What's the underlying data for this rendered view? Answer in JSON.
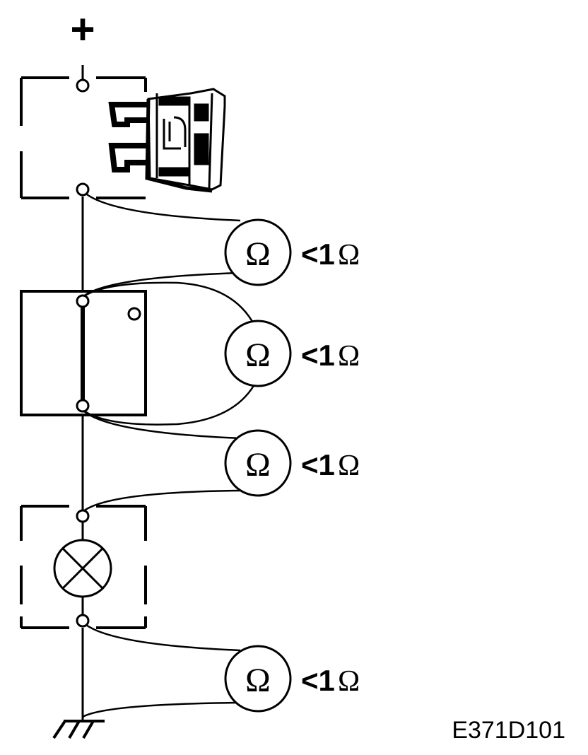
{
  "diagram": {
    "supply_symbol": "+",
    "meter_symbol": "Ω",
    "readings": [
      {
        "less_than": "<1",
        "unit": "Ω"
      },
      {
        "less_than": "<1",
        "unit": "Ω"
      },
      {
        "less_than": "<1",
        "unit": "Ω"
      },
      {
        "less_than": "<1",
        "unit": "Ω"
      }
    ],
    "reference_code": "E371D101"
  }
}
